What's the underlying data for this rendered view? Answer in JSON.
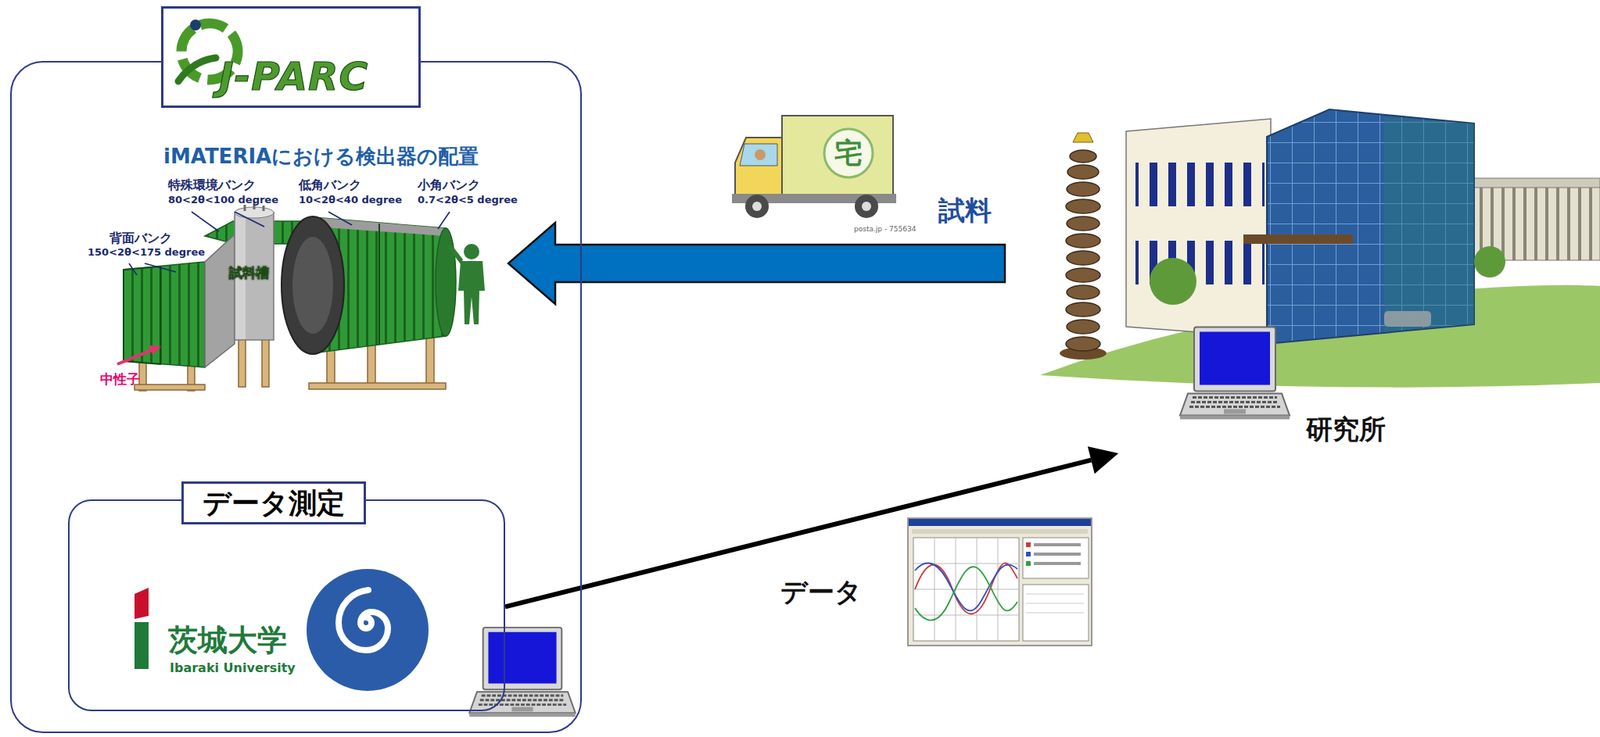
{
  "diagram": {
    "nodes": [
      {
        "text": [
          "J-PARC"
        ]
      },
      {
        "text": [
          "iMATERIAにおける検出器の配置"
        ],
        "in": 0
      },
      {
        "text": [
          "データ測定"
        ],
        "in": 0
      },
      {
        "text": [
          "研究所"
        ]
      }
    ],
    "edges": [
      {
        "from": 3,
        "to": 1,
        "label": "試料",
        "arrow": "to"
      },
      {
        "from": 2,
        "to": 3,
        "label": "データ",
        "arrow": "to"
      }
    ],
    "labels": [
      "特殊環境バンク",
      "80<2θ<100 degree",
      "低角バンク",
      "10<2θ<40 degree",
      "小角バンク",
      "0.7<2θ<5 degree",
      "背面バンク",
      "150<2θ<175 degree",
      "試料槽",
      "中性子",
      "茨城大学",
      "Ibaraki University",
      "宅",
      "posta.jp - 755634"
    ]
  }
}
